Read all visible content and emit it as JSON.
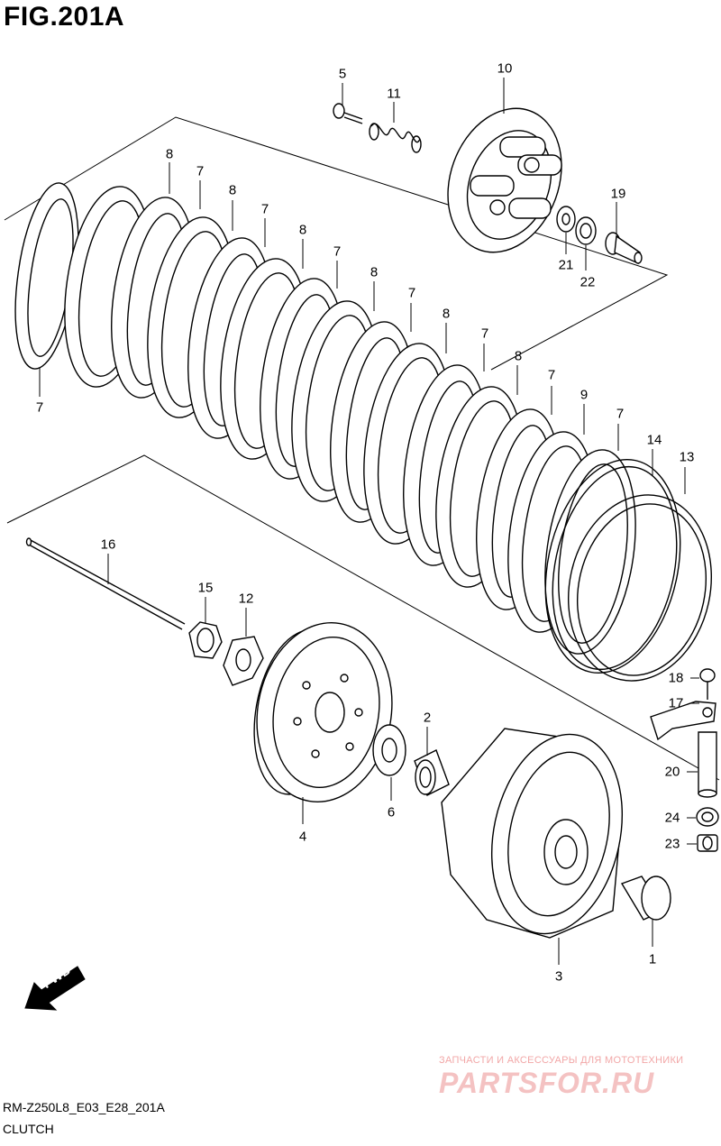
{
  "figure": {
    "title": "FIG.201A",
    "code": "RM-Z250L8_E03_E28_201A",
    "caption": "CLUTCH",
    "direction_label": "FWD"
  },
  "callouts": [
    {
      "id": "c5",
      "label": "5"
    },
    {
      "id": "c11",
      "label": "11"
    },
    {
      "id": "c10",
      "label": "10"
    },
    {
      "id": "c19",
      "label": "19"
    },
    {
      "id": "c21",
      "label": "21"
    },
    {
      "id": "c22",
      "label": "22"
    },
    {
      "id": "c8a",
      "label": "8"
    },
    {
      "id": "c7a",
      "label": "7"
    },
    {
      "id": "c8b",
      "label": "8"
    },
    {
      "id": "c7b",
      "label": "7"
    },
    {
      "id": "c8c",
      "label": "8"
    },
    {
      "id": "c7c",
      "label": "7"
    },
    {
      "id": "c8d",
      "label": "8"
    },
    {
      "id": "c7d",
      "label": "7"
    },
    {
      "id": "c8e",
      "label": "8"
    },
    {
      "id": "c7e",
      "label": "7"
    },
    {
      "id": "c8f",
      "label": "8"
    },
    {
      "id": "c7f",
      "label": "7"
    },
    {
      "id": "c9",
      "label": "9"
    },
    {
      "id": "c7g",
      "label": "7"
    },
    {
      "id": "c14",
      "label": "14"
    },
    {
      "id": "c13",
      "label": "13"
    },
    {
      "id": "c7left",
      "label": "7"
    },
    {
      "id": "c16",
      "label": "16"
    },
    {
      "id": "c15",
      "label": "15"
    },
    {
      "id": "c12",
      "label": "12"
    },
    {
      "id": "c2",
      "label": "2"
    },
    {
      "id": "c4",
      "label": "4"
    },
    {
      "id": "c6",
      "label": "6"
    },
    {
      "id": "c18",
      "label": "18"
    },
    {
      "id": "c17",
      "label": "17"
    },
    {
      "id": "c20",
      "label": "20"
    },
    {
      "id": "c24",
      "label": "24"
    },
    {
      "id": "c23",
      "label": "23"
    },
    {
      "id": "c1",
      "label": "1"
    },
    {
      "id": "c3",
      "label": "3"
    }
  ],
  "watermark": {
    "tagline": "ЗАПЧАСТИ И АКСЕССУАРЫ ДЛЯ МОТОТЕХНИКИ",
    "brand": "PARTSFOR.RU"
  },
  "colors": {
    "ink": "#000000",
    "background": "#ffffff",
    "watermark": "#e05050"
  }
}
